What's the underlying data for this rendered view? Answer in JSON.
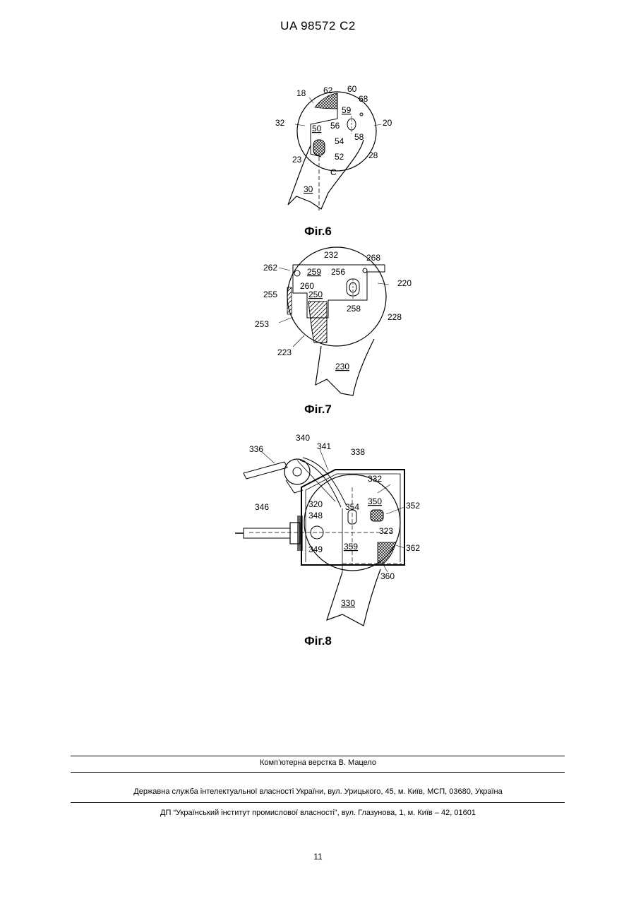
{
  "header": {
    "patent_number": "UA   98572   C2"
  },
  "figures": [
    {
      "caption": "Фіг.6",
      "labels": [
        "18",
        "62",
        "60",
        "68",
        "59",
        "32",
        "50",
        "56",
        "58",
        "20",
        "54",
        "23",
        "52",
        "28",
        "C",
        "30"
      ],
      "underlined": [
        "59",
        "50",
        "30"
      ]
    },
    {
      "caption": "Фіг.7",
      "labels": [
        "232",
        "268",
        "262",
        "259",
        "256",
        "260",
        "220",
        "255",
        "250",
        "258",
        "228",
        "253",
        "223",
        "230"
      ],
      "underlined": [
        "259",
        "250",
        "230"
      ]
    },
    {
      "caption": "Фіг.8",
      "labels": [
        "340",
        "336",
        "341",
        "338",
        "332",
        "346",
        "320",
        "354",
        "350",
        "352",
        "348",
        "323",
        "349",
        "359",
        "362",
        "360",
        "330"
      ],
      "underlined": [
        "350",
        "359",
        "330"
      ]
    }
  ],
  "footer": {
    "typesetting": "Комп’ютерна верстка В. Мацело",
    "service": "Державна служба інтелектуальної власності України, вул. Урицького, 45, м. Київ, МСП, 03680, Україна",
    "institute": "ДП “Український інститут промислової власності”, вул. Глазунова, 1, м. Київ – 42, 01601"
  },
  "page_number": "11"
}
